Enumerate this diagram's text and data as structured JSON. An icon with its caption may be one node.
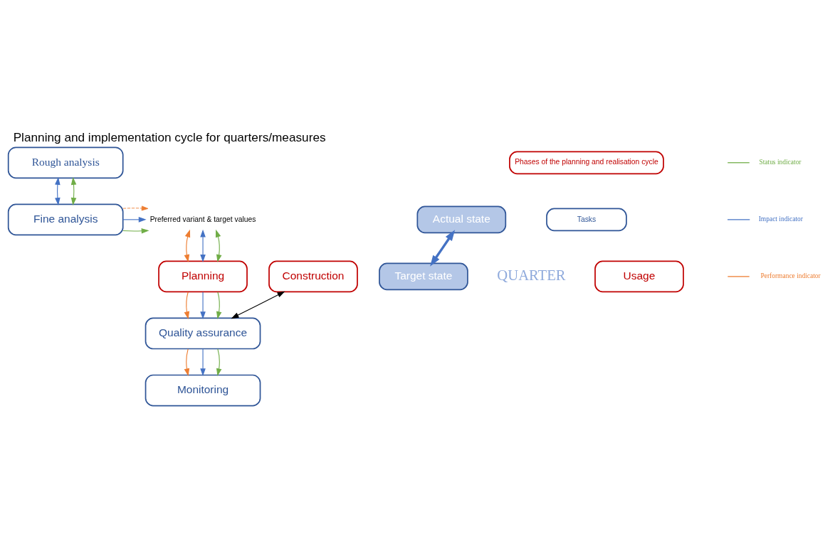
{
  "diagram": {
    "title": "Planning and implementation cycle for quarters/measures",
    "nodes": [
      {
        "text": [
          "Rough analysis"
        ]
      },
      {
        "text": [
          "Fine analysis"
        ]
      },
      {
        "text": [
          "Preferred variant & target values"
        ]
      },
      {
        "text": [
          "Actual state"
        ]
      },
      {
        "text": [
          "Planning"
        ]
      },
      {
        "text": [
          "Construction"
        ]
      },
      {
        "text": [
          "Usage"
        ]
      },
      {
        "text": [
          "Quality assurance"
        ]
      },
      {
        "text": [
          "Monitoring"
        ]
      },
      {
        "text": [
          "Target state"
        ]
      },
      {
        "text": [
          "Phases of the planning and realisation cycle"
        ]
      },
      {
        "text": [
          "Tasks"
        ]
      }
    ],
    "edges": [
      {
        "from": 0,
        "to": 1,
        "arrow": "both",
        "color": "#4472c4"
      },
      {
        "from": 0,
        "to": 1,
        "arrow": "both",
        "color": "#70ad47"
      },
      {
        "from": 1,
        "to": 2,
        "arrow": "to",
        "color": "#70ad47"
      },
      {
        "from": 1,
        "to": 2,
        "arrow": "to",
        "color": "#4472c4"
      },
      {
        "from": 1,
        "to": 2,
        "arrow": "to",
        "color": "#ed7d31",
        "style": "dashed"
      },
      {
        "from": 2,
        "to": 4,
        "arrow": "both",
        "color": "#ed7d31"
      },
      {
        "from": 2,
        "to": 4,
        "arrow": "both",
        "color": "#4472c4"
      },
      {
        "from": 2,
        "to": 4,
        "arrow": "both",
        "color": "#70ad47"
      },
      {
        "from": 4,
        "to": 7,
        "arrow": "to",
        "color": "#ed7d31"
      },
      {
        "from": 4,
        "to": 7,
        "arrow": "to",
        "color": "#4472c4"
      },
      {
        "from": 4,
        "to": 7,
        "arrow": "to",
        "color": "#70ad47"
      },
      {
        "from": 5,
        "to": 7,
        "arrow": "both",
        "color": "#000000"
      },
      {
        "from": 7,
        "to": 8,
        "arrow": "to",
        "color": "#ed7d31"
      },
      {
        "from": 7,
        "to": 8,
        "arrow": "to",
        "color": "#4472c4"
      },
      {
        "from": 7,
        "to": 8,
        "arrow": "to",
        "color": "#70ad47"
      },
      {
        "from": 3,
        "to": 9,
        "arrow": "both",
        "color": "#4472c4",
        "style": "thick"
      }
    ],
    "labels": [
      "QUARTER"
    ],
    "legend": [
      {
        "text": "Status indicator"
      },
      {
        "text": "Impact indicator"
      },
      {
        "text": "Performance indicator"
      }
    ]
  }
}
